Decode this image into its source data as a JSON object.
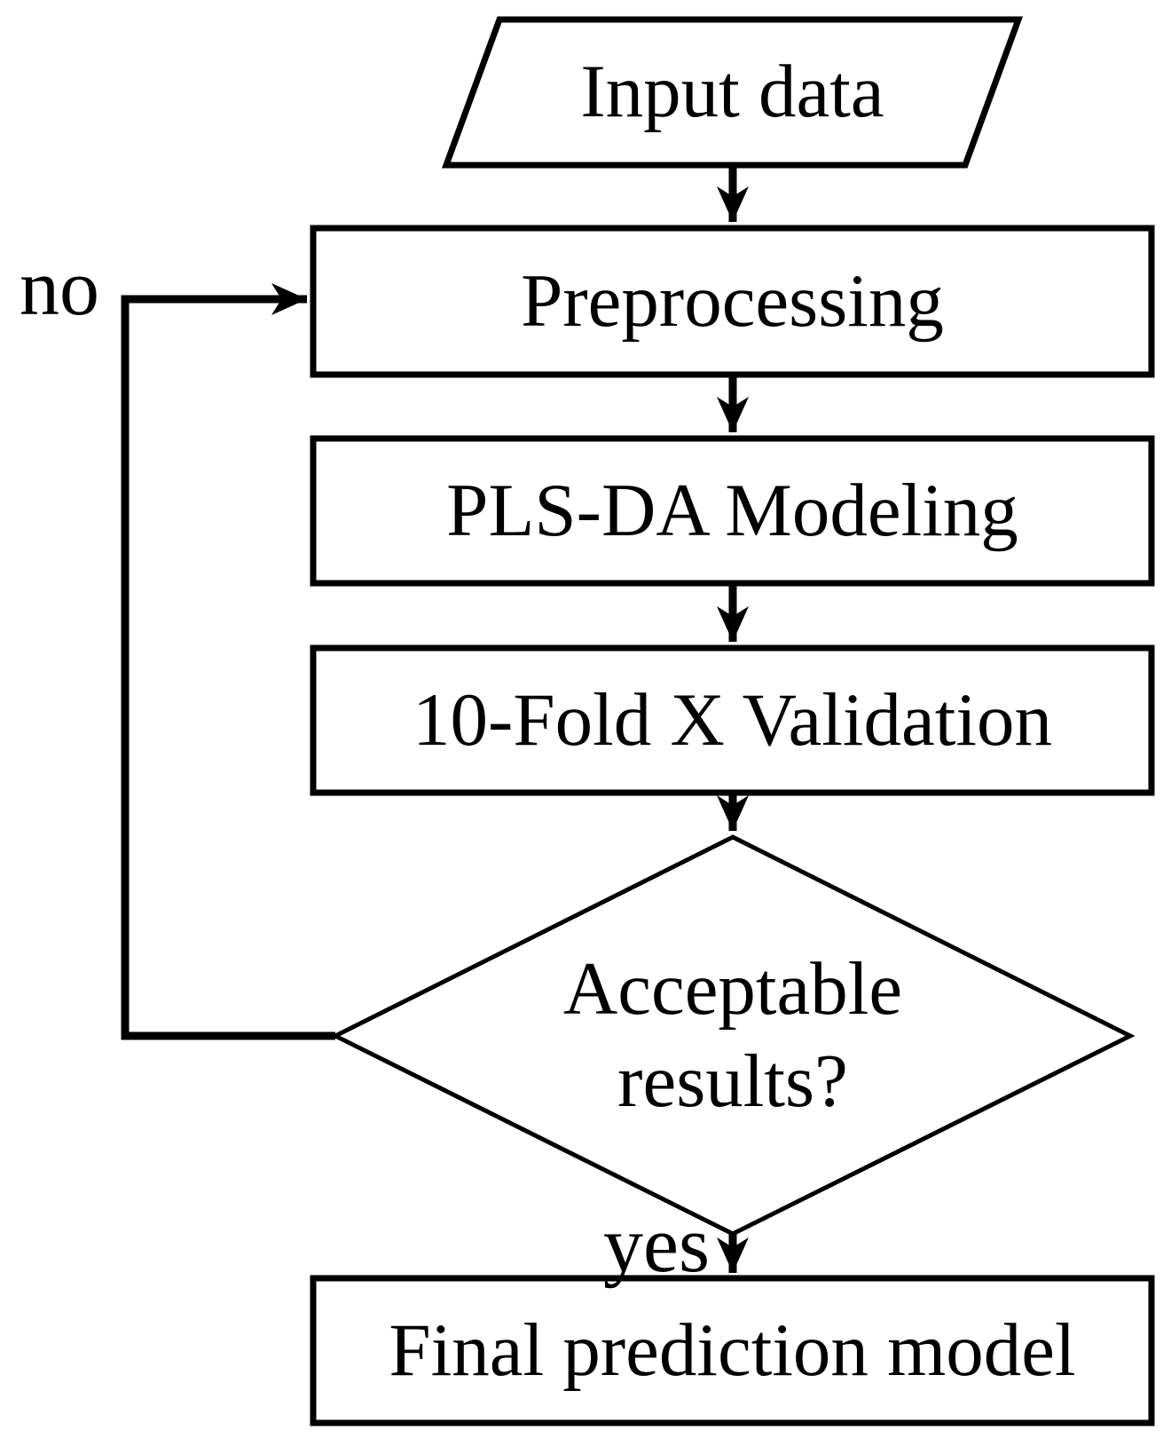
{
  "flowchart": {
    "nodes": {
      "input": {
        "label": "Input data",
        "shape": "parallelogram"
      },
      "preprocessing": {
        "label": "Preprocessing",
        "shape": "rectangle"
      },
      "modeling": {
        "label": "PLS-DA Modeling",
        "shape": "rectangle"
      },
      "validation": {
        "label": "10-Fold X Validation",
        "shape": "rectangle"
      },
      "decision": {
        "label": "Acceptable results?",
        "line1": "Acceptable",
        "line2": "results?",
        "shape": "diamond"
      },
      "final": {
        "label": "Final prediction model",
        "shape": "rectangle"
      }
    },
    "edge_labels": {
      "no": "no",
      "yes": "yes"
    },
    "edges": [
      {
        "from": "input",
        "to": "preprocessing"
      },
      {
        "from": "preprocessing",
        "to": "modeling"
      },
      {
        "from": "modeling",
        "to": "validation"
      },
      {
        "from": "validation",
        "to": "decision"
      },
      {
        "from": "decision",
        "to": "final",
        "label": "yes"
      },
      {
        "from": "decision",
        "to": "preprocessing",
        "label": "no"
      }
    ],
    "colors": {
      "stroke": "#000000",
      "node_fill": "#ffffff",
      "background": "#ffffff"
    }
  }
}
